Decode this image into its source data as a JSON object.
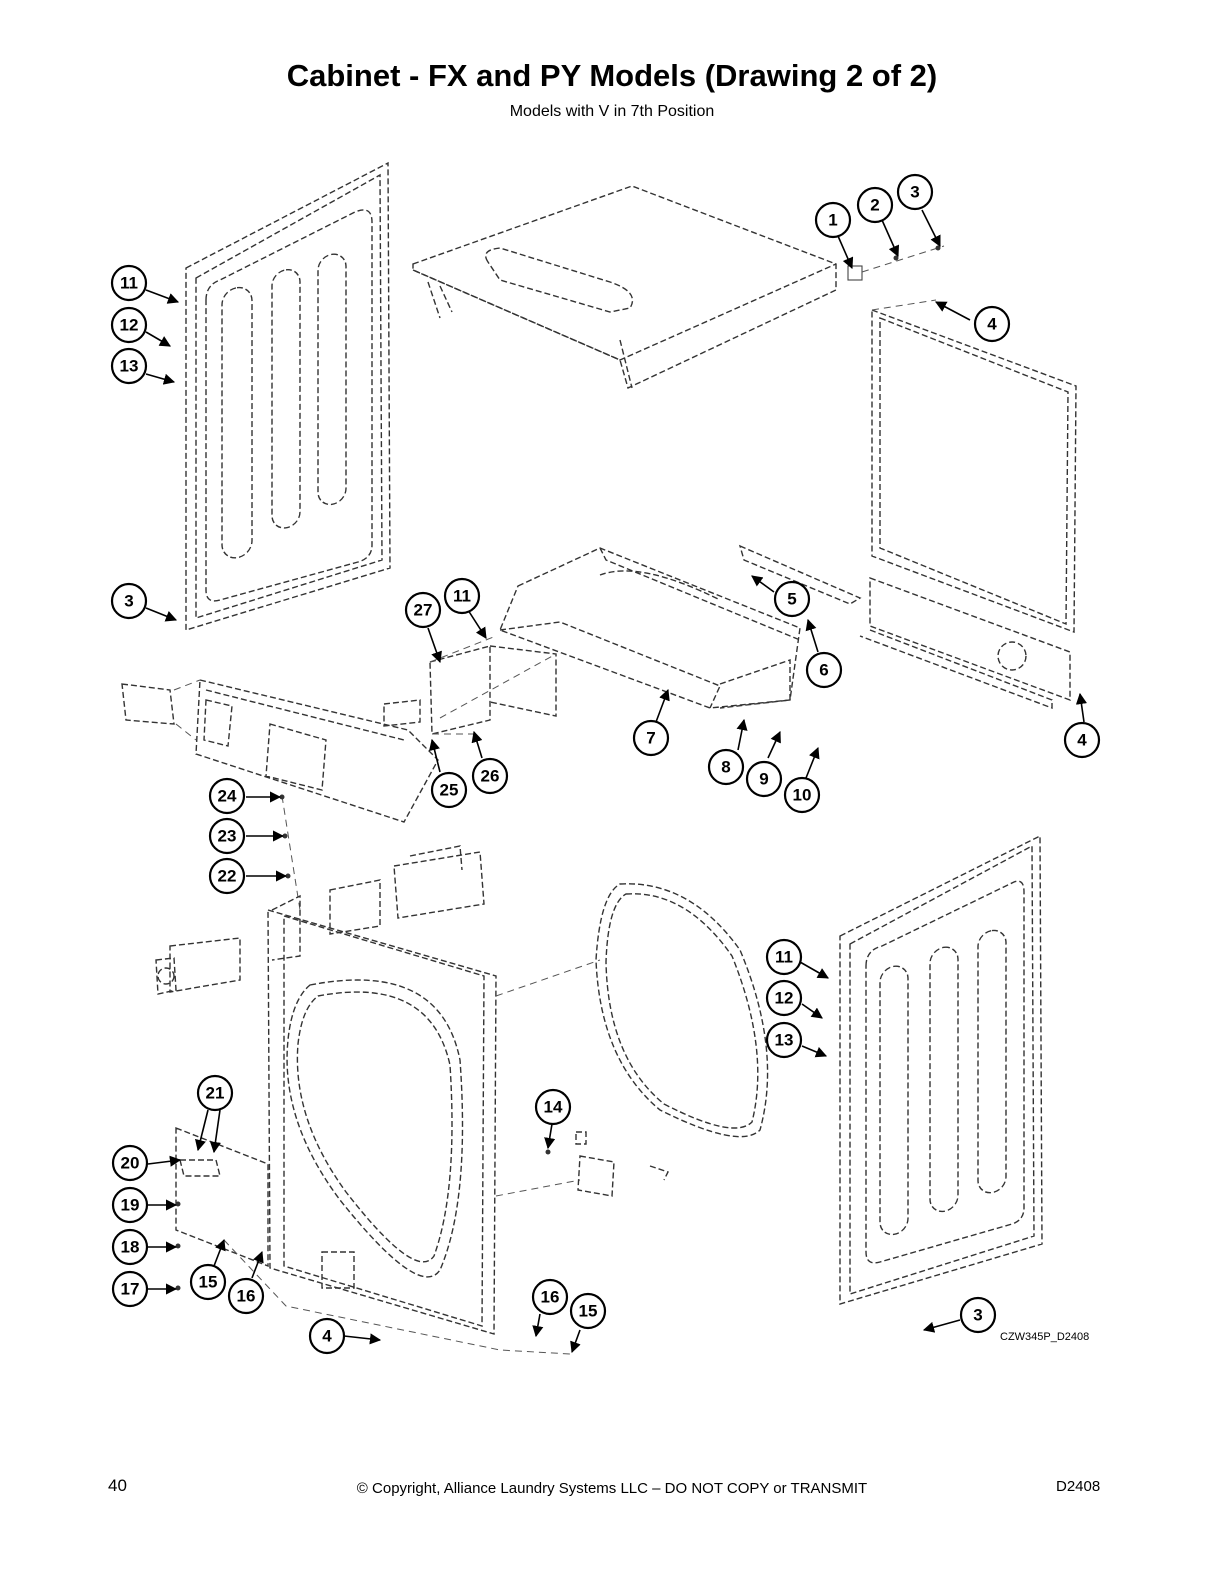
{
  "page": {
    "title": "Cabinet - FX and PY Models (Drawing 2 of 2)",
    "subtitle": "Models with V in 7th Position"
  },
  "drawing_code": "CZW345P_D2408",
  "footer": {
    "page_number": "40",
    "copyright": "© Copyright, Alliance Laundry Systems LLC – DO NOT COPY or TRANSMIT",
    "doc_id": "D2408"
  },
  "callouts": [
    {
      "id": "c1",
      "label": "1"
    },
    {
      "id": "c2",
      "label": "2"
    },
    {
      "id": "c3a",
      "label": "3"
    },
    {
      "id": "c4a",
      "label": "4"
    },
    {
      "id": "c11a",
      "label": "11"
    },
    {
      "id": "c12a",
      "label": "12"
    },
    {
      "id": "c13a",
      "label": "13"
    },
    {
      "id": "c3b",
      "label": "3"
    },
    {
      "id": "c27",
      "label": "27"
    },
    {
      "id": "c11b",
      "label": "11"
    },
    {
      "id": "c5",
      "label": "5"
    },
    {
      "id": "c6",
      "label": "6"
    },
    {
      "id": "c7",
      "label": "7"
    },
    {
      "id": "c8",
      "label": "8"
    },
    {
      "id": "c9",
      "label": "9"
    },
    {
      "id": "c10",
      "label": "10"
    },
    {
      "id": "c4b",
      "label": "4"
    },
    {
      "id": "c25",
      "label": "25"
    },
    {
      "id": "c26",
      "label": "26"
    },
    {
      "id": "c24",
      "label": "24"
    },
    {
      "id": "c23",
      "label": "23"
    },
    {
      "id": "c22",
      "label": "22"
    },
    {
      "id": "c11c",
      "label": "11"
    },
    {
      "id": "c12b",
      "label": "12"
    },
    {
      "id": "c13b",
      "label": "13"
    },
    {
      "id": "c21",
      "label": "21"
    },
    {
      "id": "c14",
      "label": "14"
    },
    {
      "id": "c20",
      "label": "20"
    },
    {
      "id": "c19",
      "label": "19"
    },
    {
      "id": "c18",
      "label": "18"
    },
    {
      "id": "c17",
      "label": "17"
    },
    {
      "id": "c15a",
      "label": "15"
    },
    {
      "id": "c16a",
      "label": "16"
    },
    {
      "id": "c16b",
      "label": "16"
    },
    {
      "id": "c15b",
      "label": "15"
    },
    {
      "id": "c4c",
      "label": "4"
    },
    {
      "id": "c3c",
      "label": "3"
    }
  ]
}
